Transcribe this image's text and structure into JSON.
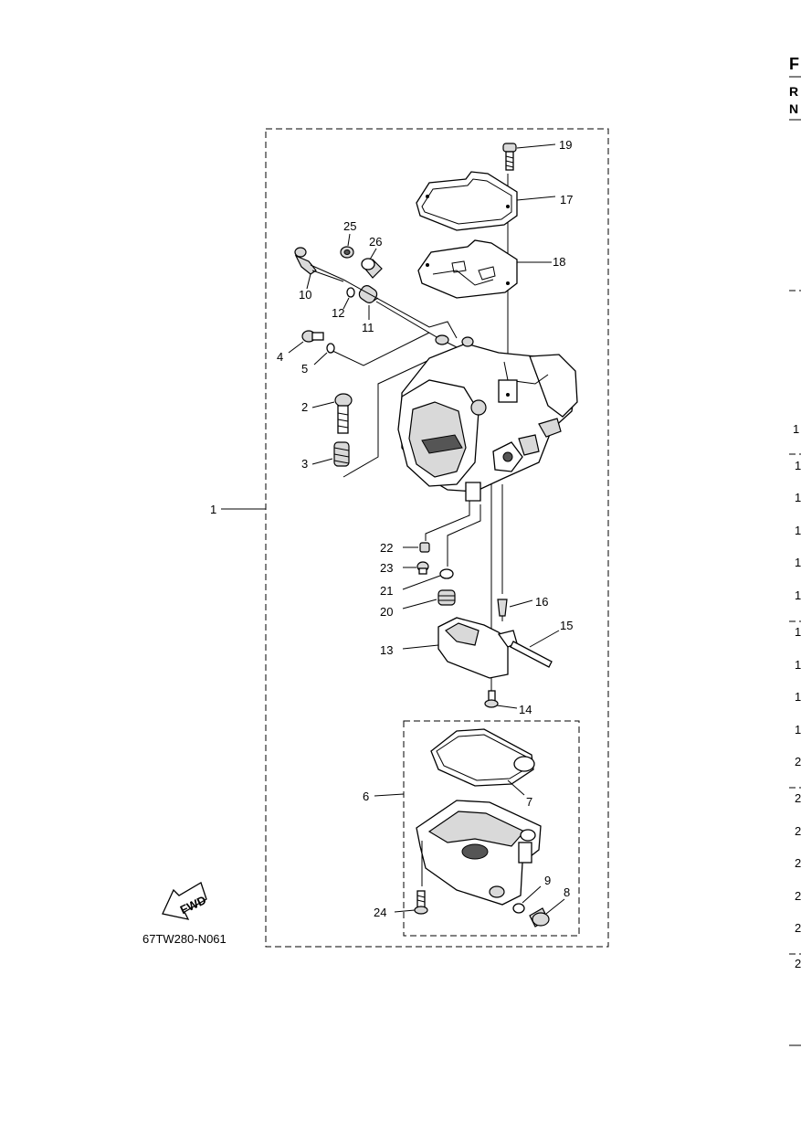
{
  "reference_code": "67TW280-N061",
  "fwd_label": "FWD",
  "right_column": {
    "header_lines": [
      "F",
      "R",
      "N"
    ],
    "row_fragments": [
      "1",
      "1",
      "1",
      "1",
      "1",
      "1",
      "1",
      "1",
      "1",
      "1",
      "2",
      "2",
      "2",
      "2",
      "2",
      "2",
      "2"
    ]
  },
  "callouts": {
    "c1": "1",
    "c2": "2",
    "c3": "3",
    "c4": "4",
    "c5": "5",
    "c6": "6",
    "c7": "7",
    "c8": "8",
    "c9": "9",
    "c10": "10",
    "c11": "11",
    "c12": "12",
    "c13": "13",
    "c14": "14",
    "c15": "15",
    "c16": "16",
    "c17": "17",
    "c18": "18",
    "c19": "19",
    "c20": "20",
    "c21": "21",
    "c22": "22",
    "c23": "23",
    "c24": "24",
    "c25": "25",
    "c26": "26"
  }
}
